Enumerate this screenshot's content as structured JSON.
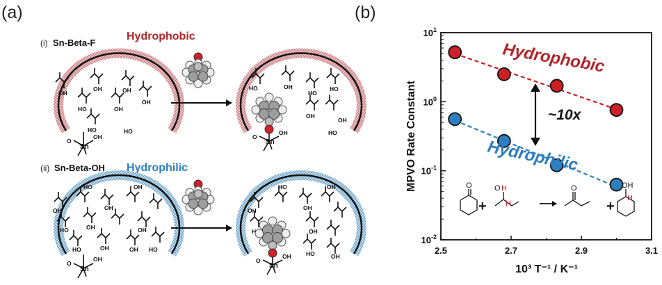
{
  "panel_a": {
    "label": "(a)",
    "rows": [
      {
        "roman": "(i)",
        "material": "Sn-Beta-F",
        "property": "Hydrophobic",
        "property_color": "#b5232a"
      },
      {
        "roman": "(ii)",
        "material": "Sn-Beta-OH",
        "property": "Hydrophilic",
        "property_color": "#2b7ec1"
      }
    ],
    "molecule_labels": {
      "oh": "OH",
      "ho": "HO",
      "o": "O",
      "sn": "Sn"
    }
  },
  "panel_b": {
    "label": "(b)"
  },
  "chart_data": {
    "type": "scatter",
    "xlabel": "10³ T⁻¹ / K⁻¹",
    "ylabel": "MPVO Rate Constant",
    "xlim": [
      2.5,
      3.1
    ],
    "ylim": [
      0.01,
      10
    ],
    "yscale": "log",
    "x_ticks": [
      "2.5",
      "2.7",
      "2.9",
      "3.1"
    ],
    "y_ticks": [
      {
        "value": 10,
        "base": "10",
        "exp": "1"
      },
      {
        "value": 1,
        "base": "10",
        "exp": "0"
      },
      {
        "value": 0.1,
        "base": "10",
        "exp": "-1"
      },
      {
        "value": 0.01,
        "base": "10",
        "exp": "-2"
      }
    ],
    "series": [
      {
        "name": "Hydrophobic",
        "color": "#cc1f26",
        "x": [
          2.54,
          2.68,
          2.83,
          3.0
        ],
        "y": [
          5.2,
          2.5,
          1.7,
          0.76
        ]
      },
      {
        "name": "Hydrophilic",
        "color": "#2e7fc2",
        "x": [
          2.54,
          2.68,
          2.83,
          3.0
        ],
        "y": [
          0.56,
          0.27,
          0.12,
          0.063
        ]
      }
    ],
    "annotation": "~10x",
    "grid": false
  },
  "reaction": {
    "plus": "+",
    "h": "H",
    "o": "O",
    "oh": "OH"
  }
}
